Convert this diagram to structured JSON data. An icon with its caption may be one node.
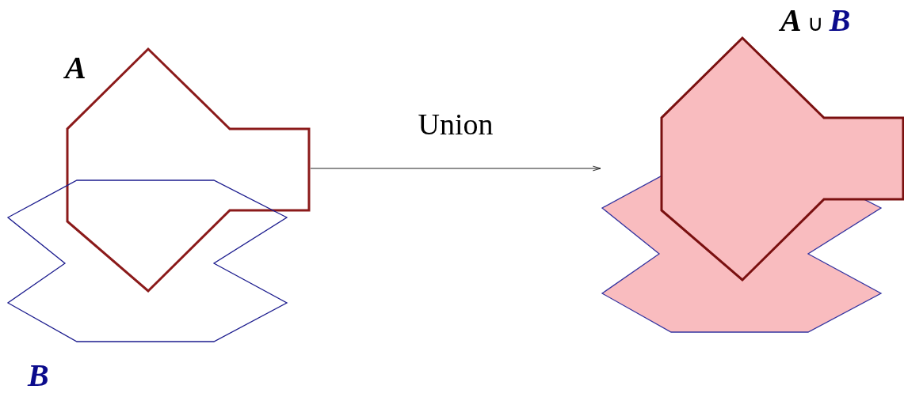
{
  "diagram": {
    "nodes": [
      {
        "text": [
          "A"
        ]
      },
      {
        "text": [
          "B"
        ]
      },
      {
        "text": [
          "**A** ∪ **B**"
        ]
      }
    ],
    "edges": [
      {
        "from": 0,
        "to": 2,
        "arrow": "to",
        "label": "Union"
      }
    ]
  }
}
